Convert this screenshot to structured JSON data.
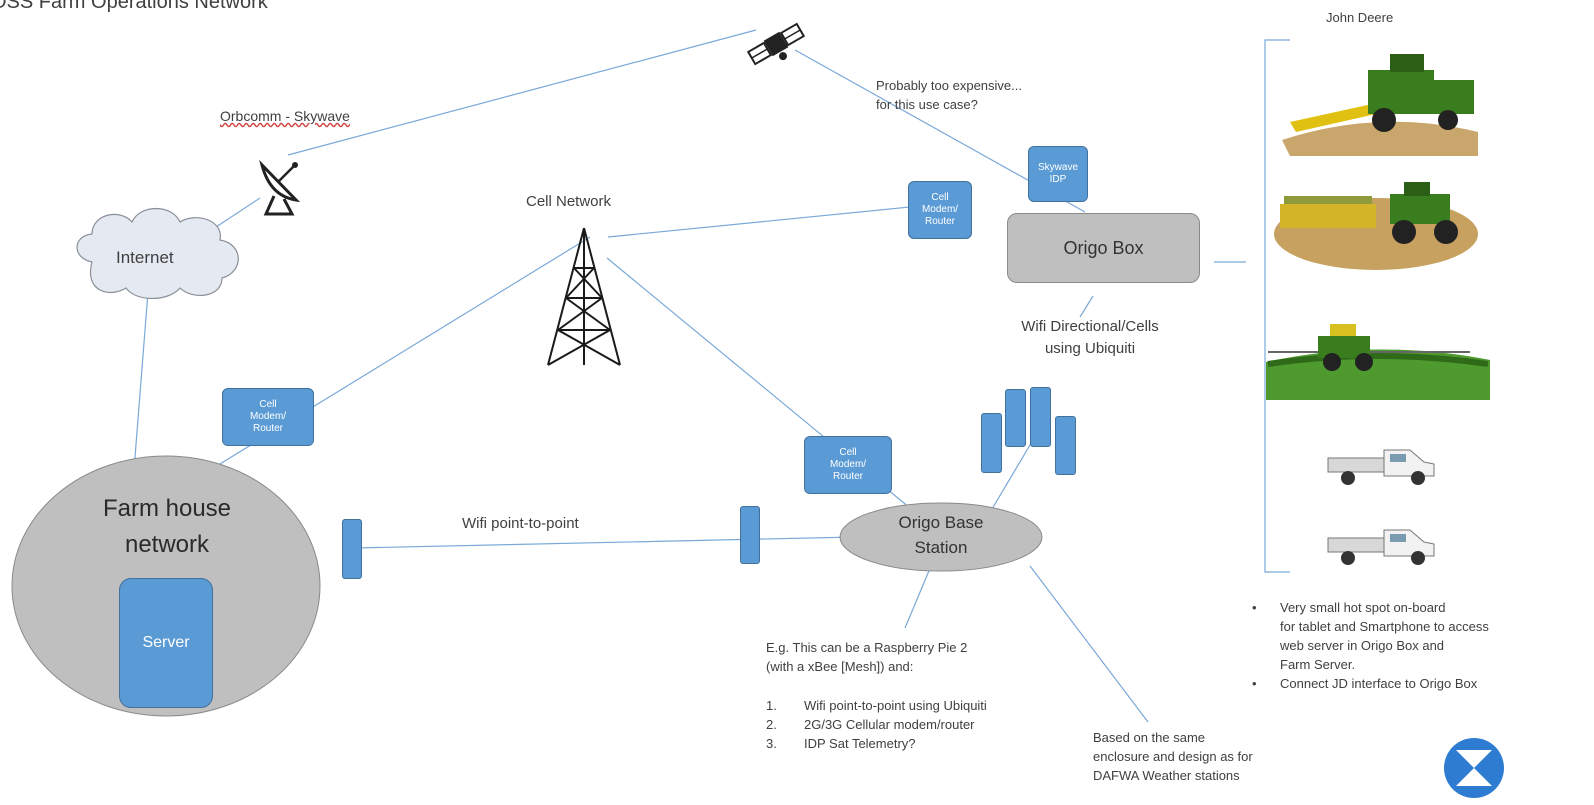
{
  "title": "OSS Farm Operations Network",
  "labels": {
    "orbcomm": "Orbcomm - Skywave",
    "sat_note_1": "Probably too expensive...",
    "sat_note_2": "for this use case?",
    "cell_network": "Cell Network",
    "internet": "Internet",
    "farm_house_1": "Farm house",
    "farm_house_2": "network",
    "server": "Server",
    "origo_box": "Origo Box",
    "wifi_dir_1": "Wifi Directional/Cells",
    "wifi_dir_2": "using Ubiquiti",
    "wifi_p2p": "Wifi point-to-point",
    "base_station_1": "Origo Base",
    "base_station_2": "Station",
    "john_deere": "John Deere"
  },
  "blue_boxes": {
    "skywave_1": "Skywave",
    "skywave_2": "IDP",
    "cell_1": "Cell",
    "cell_2": "Modem/",
    "cell_3": "Router"
  },
  "raspberry_note": {
    "line1": "E.g. This can be a Raspberry Pie 2",
    "line2": "(with a xBee [Mesh]) and:",
    "items": [
      "Wifi point-to-point using Ubiquiti",
      "2G/3G Cellular modem/router",
      "IDP Sat Telemetry?"
    ]
  },
  "enclosure_note": {
    "line1": "Based on the same",
    "line2": "enclosure and design as for",
    "line3": "DAFWA Weather stations"
  },
  "hotspot_notes": {
    "item1_l1": "Very small hot spot on-board",
    "item1_l2": "for tablet and Smartphone to access",
    "item1_l3": "web server in Origo Box and",
    "item1_l4": "Farm Server.",
    "item2": "Connect JD interface to Origo Box"
  },
  "icons": [
    "satellite-icon",
    "satellite-dish-icon",
    "cloud-icon",
    "cell-tower-icon",
    "combine-harvester-icon",
    "seeder-tractor-icon",
    "sprayer-tractor-icon",
    "utility-truck-icon",
    "logo-icon"
  ],
  "colors": {
    "box_blue": "#5b9bd5",
    "grey_shape": "#bfbfbf",
    "line_blue": "#5b9bd5"
  }
}
